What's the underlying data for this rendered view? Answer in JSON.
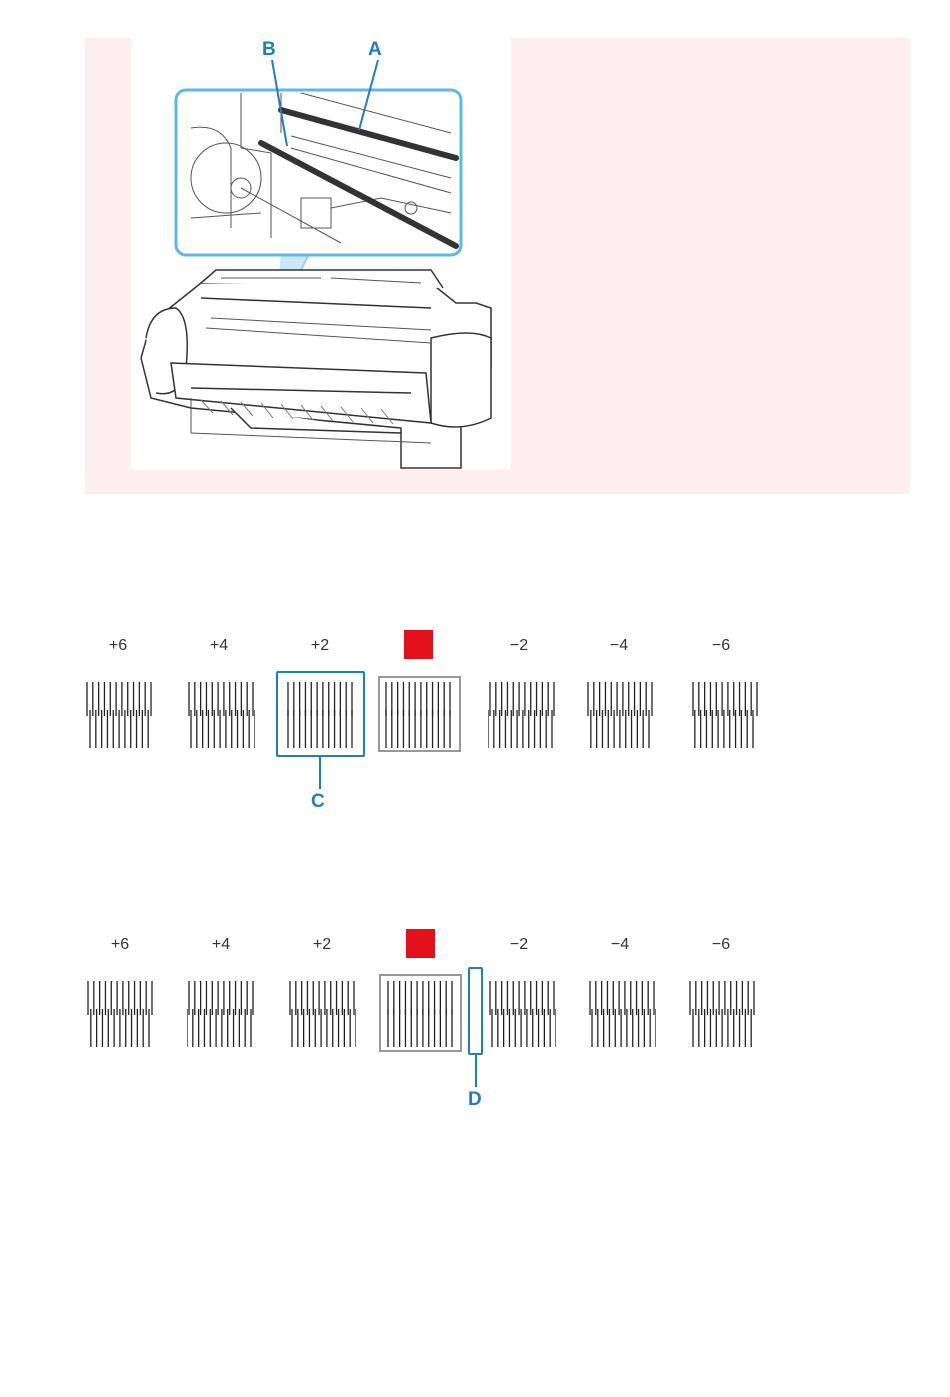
{
  "figure": {
    "callouts": {
      "a": "A",
      "b": "B"
    },
    "colors": {
      "note_bg": "#fdeff0",
      "callout": "#1f7fb9"
    }
  },
  "row1": {
    "labels": [
      "+6",
      "+4",
      "+2",
      "",
      "−2",
      "−4",
      "−6"
    ],
    "standard_mark_color": "#e2111c",
    "selection_callout": "C"
  },
  "row2": {
    "labels": [
      "+6",
      "+4",
      "+2",
      "",
      "−2",
      "−4",
      "−6"
    ],
    "standard_mark_color": "#e2111c",
    "selection_callout": "D"
  }
}
